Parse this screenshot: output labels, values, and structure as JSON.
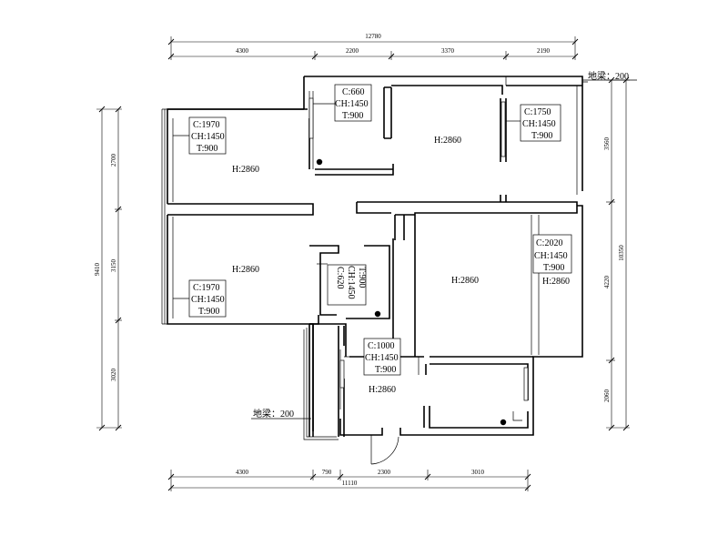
{
  "dimensions": {
    "top_total": "12780",
    "top": [
      "4300",
      "2200",
      "3370",
      "2190"
    ],
    "bottom": [
      "4300",
      "790",
      "2300",
      "3010"
    ],
    "bottom_total": "11110",
    "left_total": "9410",
    "left": [
      "2700",
      "3150",
      "3020"
    ],
    "right_total": "10350",
    "right": [
      "3560",
      "4220",
      "2060"
    ]
  },
  "beam_labels": [
    "地梁：200",
    "地梁：200"
  ],
  "room_heights": [
    "H:2860",
    "H:2860",
    "H:2860",
    "H:2860",
    "H:2860",
    "H:2860"
  ],
  "windows": [
    {
      "c": "C:1970",
      "ch": "CH:1450",
      "t": "T:900"
    },
    {
      "c": "C:660",
      "ch": "CH:1450",
      "t": "T:900"
    },
    {
      "c": "C:1750",
      "ch": "CH:1450",
      "t": "T:900"
    },
    {
      "c": "C:2020",
      "ch": "CH:1450",
      "t": "T:900"
    },
    {
      "c": "C:620",
      "ch": "CH:1450",
      "t": "T:900"
    },
    {
      "c": "C:1970",
      "ch": "CH:1450",
      "t": "T:900"
    },
    {
      "c": "C:1000",
      "ch": "CH:1450",
      "t": "T:900"
    }
  ]
}
